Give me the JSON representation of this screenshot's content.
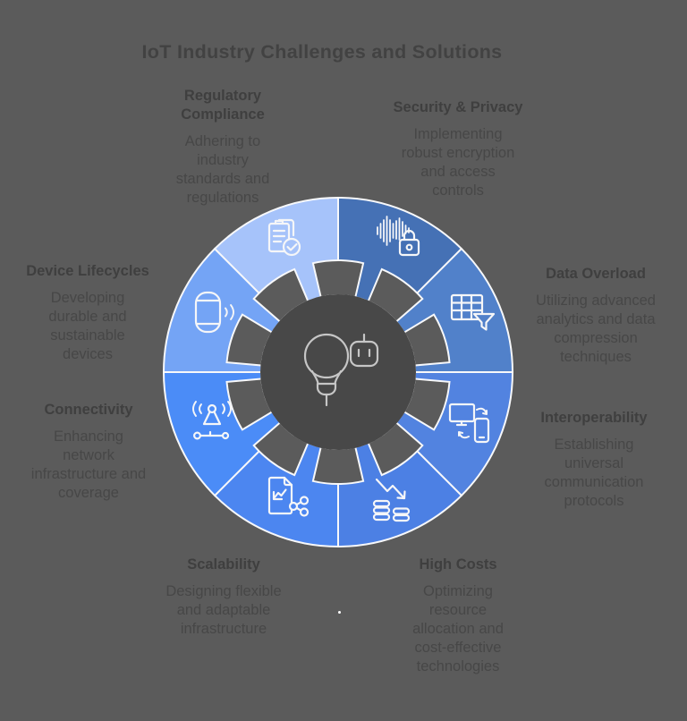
{
  "title": "IoT Industry Challenges and Solutions",
  "colors": {
    "background": "#5b5b5b",
    "hub": "#484848",
    "divider": "#f7f8fa",
    "icon_stroke": "#f5f6f8",
    "hub_icon_stroke": "#c6c6c6",
    "text": "#424242"
  },
  "center": {
    "icon": "lightbulb-robot-icon"
  },
  "segments": [
    {
      "id": "security-privacy",
      "heading": "Security & Privacy",
      "body": "Implementing\nrobust encryption\nand access\ncontrols",
      "color": "#4571b5",
      "icon": "waveform-lock-icon"
    },
    {
      "id": "data-overload",
      "heading": "Data Overload",
      "body": "Utilizing advanced\nanalytics and data\ncompression\ntechniques",
      "color": "#5181ca",
      "icon": "table-filter-icon"
    },
    {
      "id": "interoperability",
      "heading": "Interoperability",
      "body": "Establishing\nuniversal\ncommunication\nprotocols",
      "color": "#5283e0",
      "icon": "device-sync-icon"
    },
    {
      "id": "high-costs",
      "heading": "High Costs",
      "body": "Optimizing\nresource\nallocation and\ncost-effective\ntechnologies",
      "color": "#4c80e4",
      "icon": "declining-costs-icon"
    },
    {
      "id": "scalability",
      "heading": "Scalability",
      "body": "Designing flexible\nand adaptable\ninfrastructure",
      "color": "#4c86f0",
      "icon": "document-chart-share-icon"
    },
    {
      "id": "connectivity",
      "heading": "Connectivity",
      "body": "Enhancing\nnetwork\ninfrastructure and\ncoverage",
      "color": "#4b8cf7",
      "icon": "antenna-network-icon"
    },
    {
      "id": "device-lifecycles",
      "heading": "Device Lifecycles",
      "body": "Developing\ndurable and\nsustainable\ndevices",
      "color": "#74a4f5",
      "icon": "wearable-device-icon"
    },
    {
      "id": "regulatory-compliance",
      "heading": "Regulatory\nCompliance",
      "body": "Adhering to\nindustry\nstandards and\nregulations",
      "color": "#a6c3fa",
      "icon": "clipboard-check-icon"
    }
  ]
}
